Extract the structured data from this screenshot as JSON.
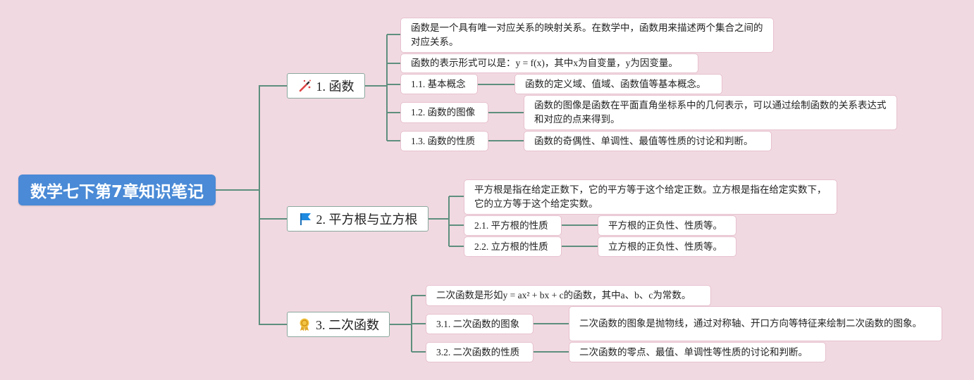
{
  "title": "数学七下第7章知识笔记",
  "colors": {
    "background": "#f1d9e1",
    "root": "#4a8ad6",
    "line": "#5e8f7e"
  },
  "branches": [
    {
      "label": "1. 函数",
      "icon": "magic-wand-icon",
      "notes": [
        "函数是一个具有唯一对应关系的映射关系。在数学中，函数用来描述两个集合之间的对应关系。",
        "函数的表示形式可以是：y = f(x)，其中x为自变量，y为因变量。"
      ],
      "children": [
        {
          "label": "1.1. 基本概念",
          "detail": "函数的定义域、值域、函数值等基本概念。"
        },
        {
          "label": "1.2. 函数的图像",
          "detail": "函数的图像是函数在平面直角坐标系中的几何表示，可以通过绘制函数的关系表达式和对应的点来得到。"
        },
        {
          "label": "1.3. 函数的性质",
          "detail": "函数的奇偶性、单调性、最值等性质的讨论和判断。"
        }
      ]
    },
    {
      "label": "2. 平方根与立方根",
      "icon": "flag-icon",
      "notes": [
        "平方根是指在给定正数下，它的平方等于这个给定正数。立方根是指在给定实数下，它的立方等于这个给定实数。"
      ],
      "children": [
        {
          "label": "2.1. 平方根的性质",
          "detail": "平方根的正负性、性质等。"
        },
        {
          "label": "2.2. 立方根的性质",
          "detail": "立方根的正负性、性质等。"
        }
      ]
    },
    {
      "label": "3. 二次函数",
      "icon": "award-medal-icon",
      "notes": [
        "二次函数是形如y = ax² + bx + c的函数，其中a、b、c为常数。"
      ],
      "children": [
        {
          "label": "3.1. 二次函数的图象",
          "detail": "二次函数的图象是抛物线，通过对称轴、开口方向等特征来绘制二次函数的图象。"
        },
        {
          "label": "3.2. 二次函数的性质",
          "detail": "二次函数的零点、最值、单调性等性质的讨论和判断。"
        }
      ]
    }
  ]
}
